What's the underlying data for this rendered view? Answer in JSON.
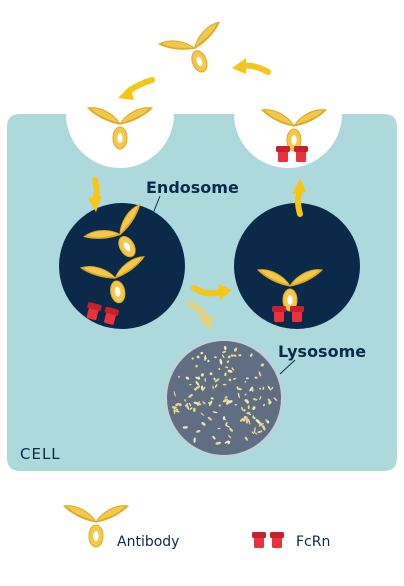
{
  "labels": {
    "endosome": "Endosome",
    "lysosome": "Lysosome",
    "cell": "CELL"
  },
  "legend": {
    "antibody": "Antibody",
    "fcrn": "FcRn"
  },
  "colors": {
    "cell_fill": "#aed9dc",
    "endosome_fill": "#0b2a4a",
    "lysosome_fill": "#5f6e80",
    "antibody": "#f2c94c",
    "antibody_dark": "#e0a820",
    "arrow": "#f5c518",
    "arrow_faded": "#e3d27a",
    "fcrn": "#e8323e",
    "text_dark": "#0b2a4a"
  },
  "icons": {
    "antibody": "antibody-icon",
    "fcrn": "fcrn-receptor-icon",
    "arrow": "curved-arrow-icon"
  }
}
